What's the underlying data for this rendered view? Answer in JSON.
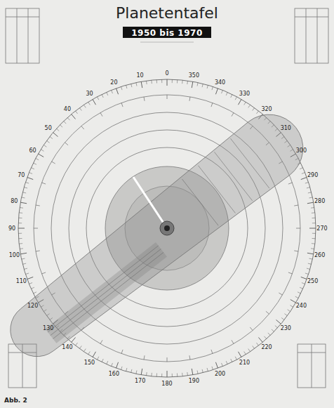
{
  "diagram": {
    "title": "Planetentafel",
    "nodes": [
      {
        "text": [
          "1950 bis 1970"
        ]
      }
    ],
    "labels": [
      "Abb. 2",
      "0",
      "10",
      "20",
      "30",
      "40",
      "50",
      "60",
      "70",
      "80",
      "90",
      "100",
      "110",
      "120",
      "130",
      "140",
      "150",
      "160",
      "170",
      "180",
      "190",
      "200",
      "210",
      "220",
      "230",
      "240",
      "250",
      "260",
      "270",
      "280",
      "290",
      "300",
      "310",
      "320",
      "330",
      "340",
      "350"
    ]
  }
}
